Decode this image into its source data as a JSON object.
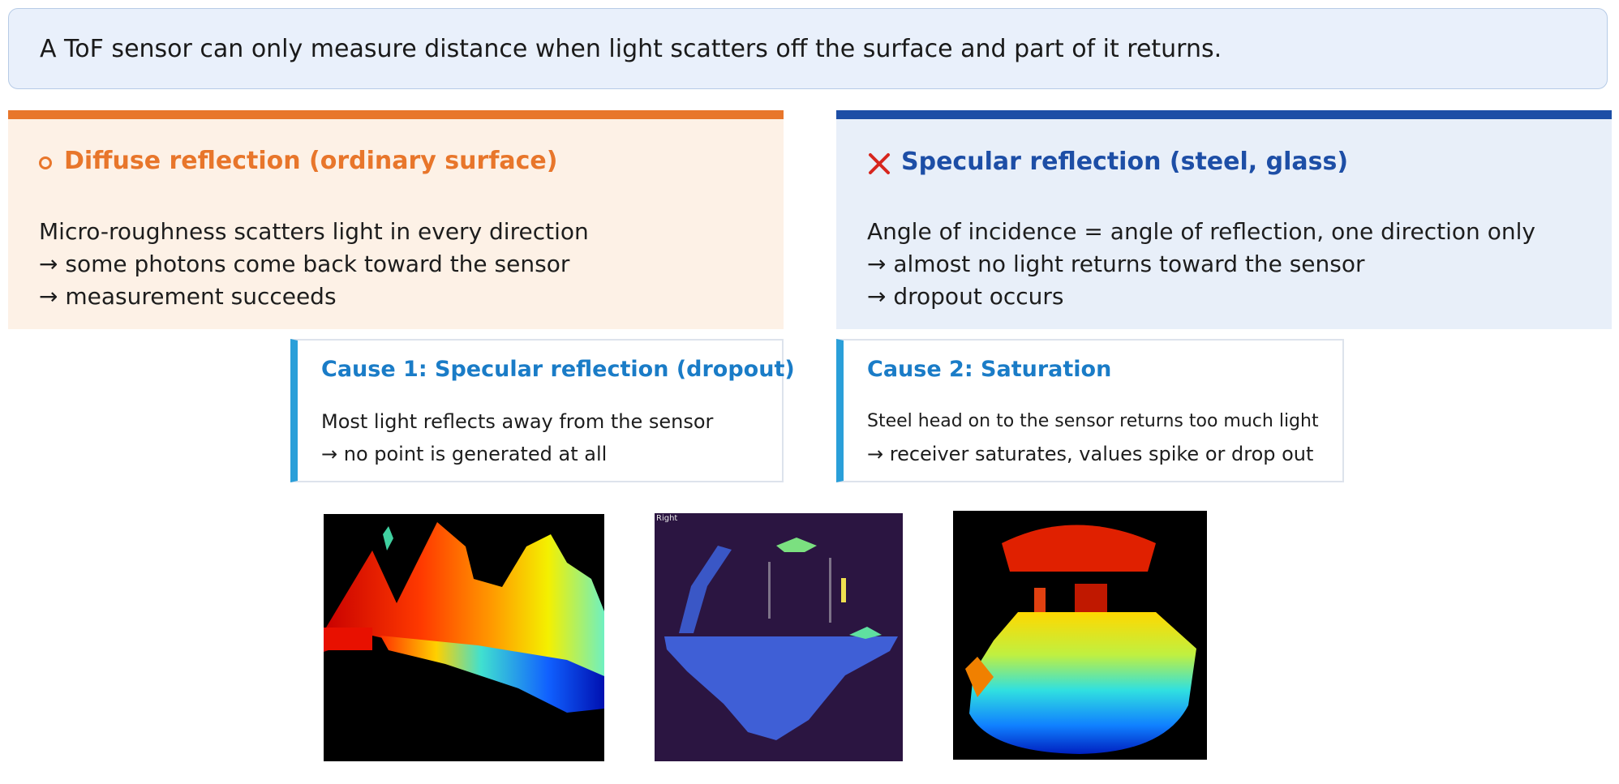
{
  "banner": {
    "text": "A ToF sensor can only measure distance when light scatters off the surface and part of it returns."
  },
  "panels": [
    {
      "icon": "circle-outline-icon",
      "title": "Diffuse reflection (ordinary surface)",
      "lines": [
        "Micro-roughness scatters light in every direction",
        "→ some photons come back toward the sensor",
        "→ measurement succeeds"
      ],
      "accent": "#e8762b",
      "background": "#fdf1e6"
    },
    {
      "icon": "cross-icon",
      "title": "Specular reflection (steel, glass)",
      "lines": [
        "Angle of incidence = angle of reflection, one direction only",
        "→ almost no light returns toward the sensor",
        "→ dropout occurs"
      ],
      "accent": "#1d4ea6",
      "background": "#e8eff9"
    }
  ],
  "causes": [
    {
      "title": "Cause 1: Specular reflection (dropout)",
      "lines": [
        "Most light reflects away from the sensor",
        "→ no point is generated at all"
      ]
    },
    {
      "title": "Cause 2: Saturation",
      "lines": [
        "Steel head on to the sensor returns too much light",
        "→ receiver saturates, values spike or drop out"
      ]
    }
  ],
  "images": {
    "depth_view_label": "Right"
  },
  "colors": {
    "cross": "#d7261e",
    "cause_accent": "#2a9fd9",
    "cause_title": "#1a7cc7"
  }
}
